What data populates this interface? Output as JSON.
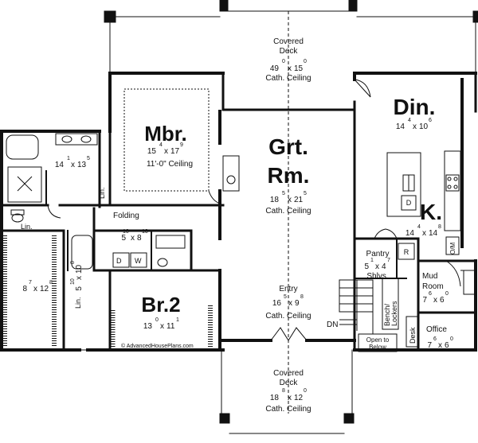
{
  "rooms": {
    "covered_deck_top": {
      "name1": "Covered",
      "name2": "Deck",
      "w": "49",
      "wsup": "0",
      "h": "15",
      "hsup": "0",
      "note": "Cath. Ceiling"
    },
    "mbr": {
      "name": "Mbr.",
      "w": "15",
      "wsup": "4",
      "h": "17",
      "hsup": "9",
      "note": "11'-0\" Ceiling"
    },
    "bath": {
      "w": "14",
      "wsup": "1",
      "h": "13",
      "hsup": "5"
    },
    "lin1": {
      "name": "Lin."
    },
    "lin2": {
      "name": "Lin."
    },
    "lin3": {
      "name": "Lin."
    },
    "great_room": {
      "name1": "Grt.",
      "name2": "Rm.",
      "w": "18",
      "wsup": "5",
      "h": "21",
      "hsup": "5",
      "note": "Cath. Ceiling"
    },
    "dining": {
      "name": "Din.",
      "w": "14",
      "wsup": "4",
      "h": "10",
      "hsup": "6"
    },
    "kitchen": {
      "name": "K.",
      "w": "14",
      "wsup": "4",
      "h": "14",
      "hsup": "8"
    },
    "folding": {
      "name": "Folding",
      "w": "5",
      "wsup": "10",
      "h": "8",
      "hsup": "10"
    },
    "closet": {
      "w": "8",
      "wsup": "7",
      "h": "12",
      "hsup": "8"
    },
    "bath2": {
      "w": "5",
      "wsup": "10",
      "h": "10",
      "hsup": "8"
    },
    "br2": {
      "name": "Br.2",
      "w": "13",
      "wsup": "0",
      "h": "11",
      "hsup": "1"
    },
    "entry": {
      "name": "Entry",
      "w": "16",
      "wsup": "5",
      "h": "9",
      "hsup": "8",
      "note": "Cath. Ceiling"
    },
    "pantry": {
      "name": "Pantry",
      "w": "5",
      "wsup": "1",
      "h": "4",
      "hsup": "7",
      "note": "Shlvs."
    },
    "mud_room": {
      "name1": "Mud",
      "name2": "Room",
      "w": "7",
      "wsup": "6",
      "h": "6",
      "hsup": "0"
    },
    "office": {
      "name": "Office",
      "w": "7",
      "wsup": "6",
      "h": "6",
      "hsup": "0"
    },
    "covered_deck_bottom": {
      "name1": "Covered",
      "name2": "Deck",
      "w": "18",
      "wsup": "8",
      "h": "12",
      "hsup": "0",
      "note": "Cath. Ceiling"
    }
  },
  "fixtures": {
    "dn": "DN",
    "bench1": "Bench/",
    "bench2": "Lockers",
    "desk": "Desk",
    "open1": "Open to",
    "open2": "Below",
    "r": "R",
    "om": "O/M",
    "d": "D",
    "w": "W",
    "dish": "D"
  },
  "watermark": "© AdvancedHousePlans.com"
}
